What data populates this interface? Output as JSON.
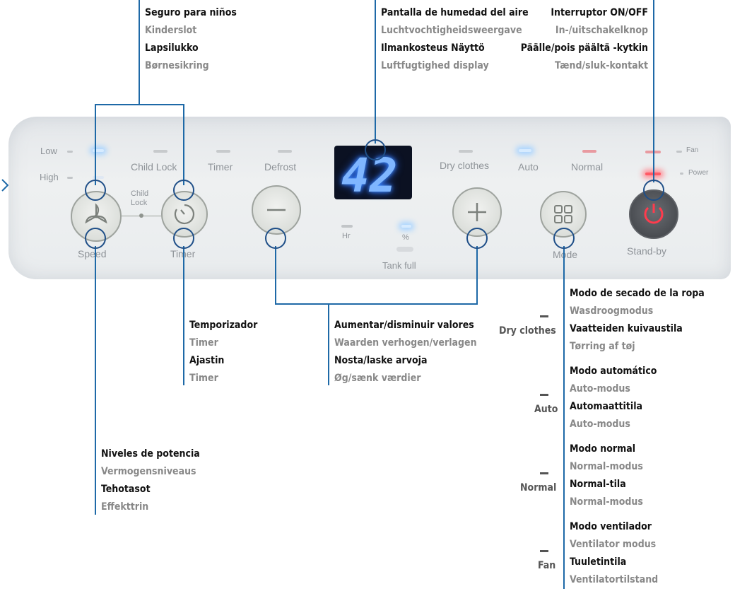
{
  "panel": {
    "indicators": {
      "low": "Low",
      "high": "High"
    },
    "top_labels": {
      "child_lock": "Child Lock",
      "timer": "Timer",
      "defrost": "Defrost",
      "dry_clothes": "Dry clothes",
      "auto": "Auto",
      "normal": "Normal"
    },
    "child_lock_between": [
      "Child",
      "Lock"
    ],
    "buttons": {
      "speed": "Speed",
      "timer": "Timer",
      "mode": "Mode",
      "standby": "Stand-by"
    },
    "display": {
      "digits": "42",
      "hr": "Hr",
      "pct": "%",
      "tank_full": "Tank full"
    },
    "right_indicators": {
      "fan": "Fan",
      "power": "Power"
    }
  },
  "callouts": {
    "child_lock": [
      "Seguro para niños",
      "Kinderslot",
      "Lapsilukko",
      "Børnesikring"
    ],
    "humidity": [
      "Pantalla de humedad del aire",
      "Luchtvochtigheidsweergave",
      "Ilmankosteus Näyttö",
      "Luftfugtighed display"
    ],
    "power": [
      "Interruptor ON/OFF",
      "In-/uitschakelknop",
      "Päälle/pois päältä -kytkin",
      "Tænd/sluk-kontakt"
    ],
    "timer": [
      "Temporizador",
      "Timer",
      "Ajastin",
      "Timer"
    ],
    "values": [
      "Aumentar/disminuir valores",
      "Waarden verhogen/verlagen",
      "Nosta/laske arvoja",
      "Øg/sænk værdier"
    ],
    "power_levels": [
      "Niveles de potencia",
      "Vermogensniveaus",
      "Tehotasot",
      "Effekttrin"
    ],
    "modes": [
      {
        "tag": "Dry clothes",
        "lines": [
          "Modo de secado de la ropa",
          "Wasdroogmodus",
          "Vaatteiden kuivaustila",
          "Tørring af tøj"
        ]
      },
      {
        "tag": "Auto",
        "lines": [
          "Modo automático",
          "Auto-modus",
          "Automaattitila",
          "Auto-modus"
        ]
      },
      {
        "tag": "Normal",
        "lines": [
          "Modo normal",
          "Normal-modus",
          "Normal-tila",
          "Normal-modus"
        ]
      },
      {
        "tag": "Fan",
        "lines": [
          "Modo ventilador",
          "Ventilator modus",
          "Tuuletintila",
          "Ventilatortilstand"
        ]
      }
    ]
  },
  "colors": {
    "line": "#1e69a7",
    "pin": "#1f4f88",
    "label_primary": "#111111",
    "label_secondary": "#888888"
  }
}
